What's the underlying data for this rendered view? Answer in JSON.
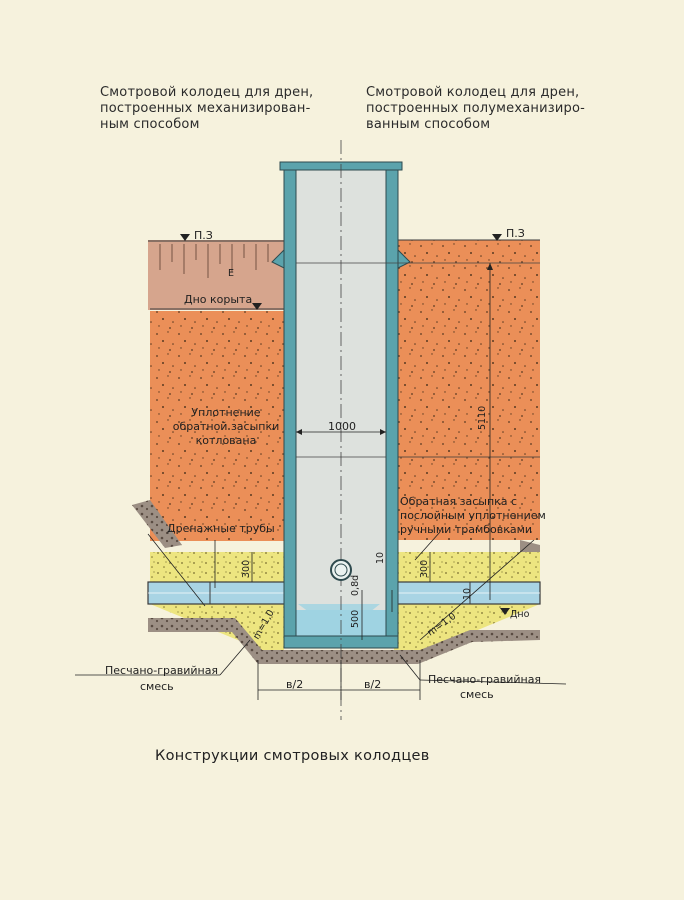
{
  "headings": {
    "left": "Смотровой колодец для дрен,\nпостроенных механизирован-\nным  способом",
    "right": "Смотровой колодец для дрен,\nпостроенных полумеханизиро-\nванным способом"
  },
  "caption": "Конструкции смотровых колодцев",
  "labels": {
    "pz_left": "П.З",
    "pz_right": "П.З",
    "trough_bottom": "Дно корыта",
    "compaction_line1": "Уплотнение",
    "compaction_line2": "обратной засыпки",
    "compaction_line3": "котлована",
    "backfill_line1": "Обратная засыпка с",
    "backfill_line2": "послойным уплотнением",
    "backfill_line3": "ручными трамбовками",
    "drain_pipes": "Дренажные трубы",
    "bottom": "Дно",
    "sand_gravel_left_line1": "Песчано-гравийная",
    "sand_gravel_left_line2": "смесь",
    "sand_gravel_right_line1": "Песчано-гравийная",
    "sand_gravel_right_line2": "смесь"
  },
  "dimensions": {
    "width": "1000",
    "depth": "5110",
    "bottom_depth": "500",
    "pipe_level": "0,8d",
    "layer_left": "300",
    "layer_right": "300",
    "gap": "10",
    "half_b_left": "в/2",
    "half_b_right": "в/2",
    "slope_left": "m=1,0",
    "slope_right": "m=1,0",
    "small_mark": "10",
    "soil_mark": "Е"
  },
  "colors": {
    "background": "#f6f2dd",
    "orange_soil": "#eb8f58",
    "pink_soil": "#d6a58d",
    "yellow_sand": "#ede580",
    "water": "#9fd3e2",
    "pipe_blue": "#a9d4e4",
    "well_wall": "#5ba3ac",
    "well_interior": "#dde1dd",
    "gravel": "#9c8f84"
  }
}
